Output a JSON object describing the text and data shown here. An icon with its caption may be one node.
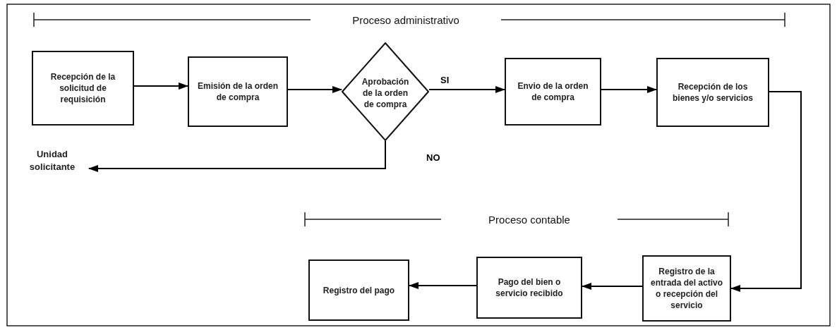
{
  "diagram": {
    "nodes": [
      {
        "text": [
          "Recepción de la solicitud de requisición"
        ]
      },
      {
        "text": [
          "Emisión de la orden de compra"
        ]
      },
      {
        "text": [
          "Aprobación de la orden de compra"
        ]
      },
      {
        "text": [
          "Envio de la orden de compra"
        ]
      },
      {
        "text": [
          "Recepción de los bienes y/o servicios"
        ]
      },
      {
        "text": [
          "Unidad solicitante"
        ]
      },
      {
        "text": [
          "Registro de la entrada del activo o recepción del servicio"
        ]
      },
      {
        "text": [
          "Pago del bien o servicio recibido"
        ]
      },
      {
        "text": [
          "Registro del pago"
        ]
      }
    ],
    "edges": [
      {
        "from": 0,
        "to": 1,
        "arrow": "to"
      },
      {
        "from": 1,
        "to": 2,
        "arrow": "to"
      },
      {
        "from": 2,
        "to": 3,
        "arrow": "to",
        "label": "SI"
      },
      {
        "from": 3,
        "to": 4,
        "arrow": "to"
      },
      {
        "from": 2,
        "to": 5,
        "arrow": "to",
        "label": "NO"
      },
      {
        "from": 4,
        "to": 6,
        "arrow": "to"
      },
      {
        "from": 6,
        "to": 7,
        "arrow": "to"
      },
      {
        "from": 7,
        "to": 8,
        "arrow": "to"
      }
    ],
    "labels": [
      "Proceso administrativo",
      "Proceso contable"
    ]
  }
}
